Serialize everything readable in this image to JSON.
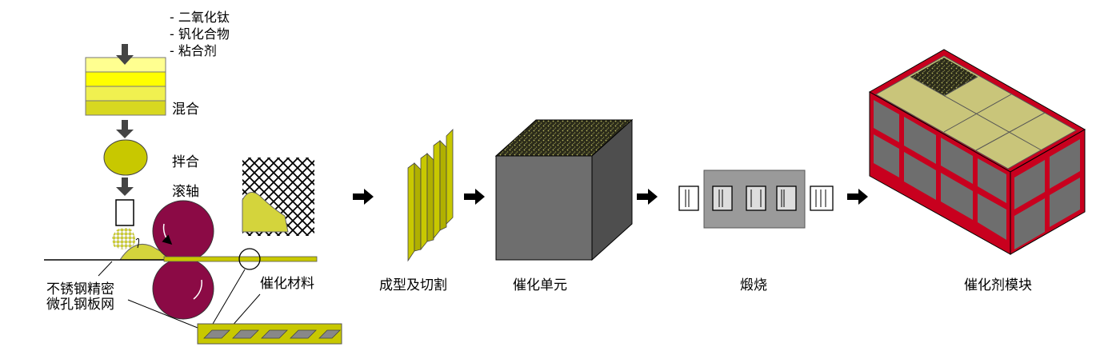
{
  "ingredients": [
    "- 二氧化钛",
    "- 钒化合物",
    "- 粘合剂"
  ],
  "labels": {
    "mixing": "混合",
    "kneading": "拌合",
    "roller": "滚轴",
    "mesh": "不锈钢精密",
    "mesh2": "微孔钢板网",
    "catalyst_material": "催化材料"
  },
  "stages": {
    "forming": "成型及切割",
    "unit": "催化单元",
    "calcination": "煅烧",
    "module": "催化剂模块"
  },
  "colors": {
    "catalyst_yellow": "#c8c800",
    "paste_yellow": "#d4d43c",
    "roller": "#8b0a45",
    "frame_red": "#c8001e",
    "cube_grey": "#6e6e6e",
    "panel_khaki": "#c9c57a"
  }
}
